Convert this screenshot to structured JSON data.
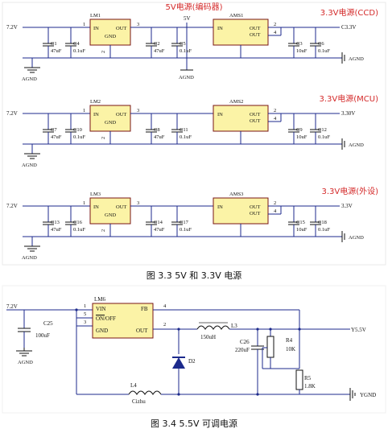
{
  "figure1": {
    "caption": "图 3.3   5V 和 3.3V 电源",
    "rows": [
      {
        "title": "5V电源(编码器)",
        "title2": "3.3V电源(CCD)",
        "input": "7.2V",
        "reg1": "LM1",
        "reg2": "AMS1",
        "caps_in": [
          "C1",
          "C4"
        ],
        "vals_in": [
          "47uF",
          "0.1uF"
        ],
        "caps_mid": [
          "C2",
          "C5"
        ],
        "vals_mid": [
          "47uF",
          "0.1uF"
        ],
        "caps_out": [
          "C3",
          "C6"
        ],
        "vals_out": [
          "10uF",
          "0.1uF"
        ],
        "out_net": "C3.3V",
        "mid_net": "5V",
        "gnd": "AGND"
      },
      {
        "title2": "3.3V电源(MCU)",
        "input": "7.2V",
        "reg1": "LM2",
        "reg2": "AMS2",
        "caps_in": [
          "C7",
          "C10"
        ],
        "vals_in": [
          "47uF",
          "0.1uF"
        ],
        "caps_mid": [
          "C8",
          "C11"
        ],
        "vals_mid": [
          "47uF",
          "0.1uF"
        ],
        "caps_out": [
          "C9",
          "C12"
        ],
        "vals_out": [
          "10uF",
          "0.1uF"
        ],
        "out_net": "3.30V",
        "gnd": "AGND"
      },
      {
        "title2": "3.3V电源(外设)",
        "input": "7.2V",
        "reg1": "LM3",
        "reg2": "AMS3",
        "caps_in": [
          "C13",
          "C16"
        ],
        "vals_in": [
          "47uF",
          "0.1uF"
        ],
        "caps_mid": [
          "C14",
          "C17"
        ],
        "vals_mid": [
          "47uF",
          "0.1uF"
        ],
        "caps_out": [
          "C15",
          "C18"
        ],
        "vals_out": [
          "10uF",
          "0.1uF"
        ],
        "out_net": "3.3V",
        "gnd": "AGND"
      }
    ],
    "pins": {
      "in": "IN",
      "out": "OUT",
      "gnd": "GND",
      "n1": "1",
      "n2": "2",
      "n3": "3",
      "n4": "4"
    }
  },
  "figure2": {
    "caption": "图 3.4    5.5V 可调电源",
    "input": "7.2V",
    "ic": "LM6",
    "pins": {
      "vin": "VIN",
      "fb": "FB",
      "onoff": "ON/OFF",
      "gnd": "GND",
      "out": "OUT",
      "p1": "1",
      "p2": "2",
      "p3": "3",
      "p4": "4",
      "p5": "5"
    },
    "c25": "C25",
    "c25_val": "100uF",
    "d2": "D2",
    "l3": "L3",
    "l3_val": "150uH",
    "c26": "C26",
    "c26_val": "220uF",
    "r4": "R4",
    "r4_val": "10K",
    "r5": "R5",
    "r5_val": "1.8K",
    "l4": "L4",
    "l4_val": "Cizhu",
    "out_net": "Y5.5V",
    "gnd1": "AGND",
    "gnd2": "YGND"
  }
}
